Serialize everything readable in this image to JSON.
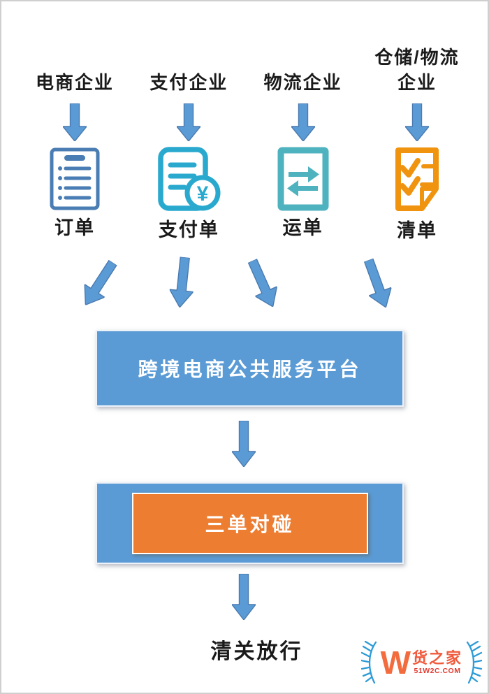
{
  "diagram": {
    "columns": [
      {
        "header": "电商企业",
        "doc_label": "订单",
        "icon": "order-list-icon"
      },
      {
        "header": "支付企业",
        "doc_label": "支付单",
        "icon": "payment-bill-icon",
        "icon_glyph": "¥"
      },
      {
        "header": "物流企业",
        "doc_label": "运单",
        "icon": "transfer-arrows-icon"
      },
      {
        "header": "仓储/物流",
        "header_line2": "企业",
        "doc_label": "清单",
        "icon": "checklist-icon"
      }
    ],
    "platform_label": "跨境电商公共服务平台",
    "match_label": "三单对碰",
    "result_label": "清关放行"
  },
  "logo": {
    "monogram": "W",
    "name": "货之家",
    "site": "51W2C.COM"
  },
  "colors": {
    "page-border": "#cfcfcf",
    "text": "#1a1a1a",
    "arrow-fill": "#5b9bd5",
    "arrow-outline": "#4a7ab0",
    "box-blue": "#5b9bd5",
    "box-orange": "#ed7d31",
    "icon-order": "#4a7db3",
    "icon-payment": "#2aa9cf",
    "icon-waybill": "#4fb3bf",
    "icon-manifest": "#f0930e",
    "logo-laurel": "#2e9bd6",
    "logo-w": "#f26c3e",
    "logo-name": "#f05a3c",
    "logo-site": "#e23c31"
  }
}
